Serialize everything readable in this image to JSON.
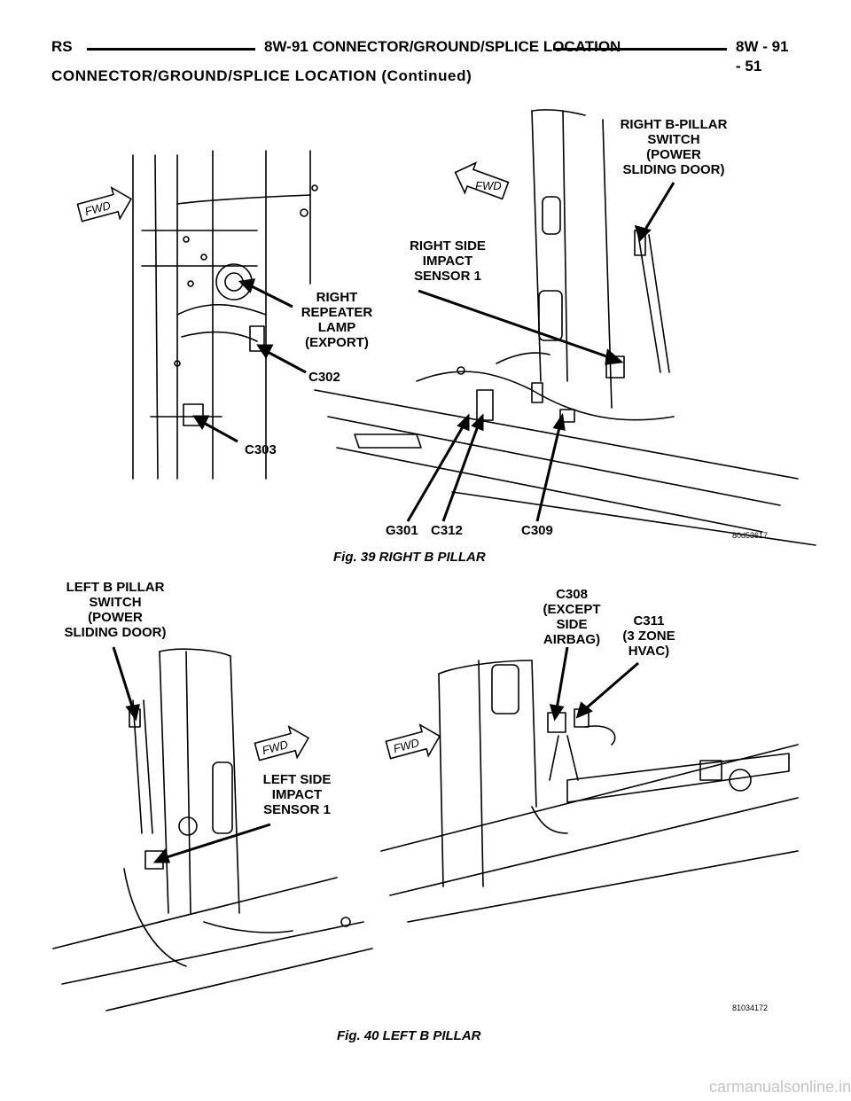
{
  "header": {
    "left": "RS",
    "center": "8W-91 CONNECTOR/GROUND/SPLICE LOCATION",
    "right": "8W - 91 - 51",
    "subtitle": "CONNECTOR/GROUND/SPLICE LOCATION (Continued)"
  },
  "figure39": {
    "caption": "Fig. 39 RIGHT B PILLAR",
    "code": "80d53617",
    "fwd": "FWD",
    "labels": {
      "b_pillar_switch": [
        "RIGHT B-PILLAR",
        "SWITCH",
        "(POWER",
        "SLIDING DOOR)"
      ],
      "side_impact": [
        "RIGHT SIDE",
        "IMPACT",
        "SENSOR 1"
      ],
      "repeater": [
        "RIGHT",
        "REPEATER",
        "LAMP",
        "(EXPORT)"
      ],
      "c302": "C302",
      "c303": "C303",
      "g301": "G301",
      "c312": "C312",
      "c309": "C309"
    }
  },
  "figure40": {
    "caption": "Fig. 40 LEFT B PILLAR",
    "code": "81034172",
    "fwd": "FWD",
    "labels": {
      "b_pillar_switch": [
        "LEFT B PILLAR",
        "SWITCH",
        "(POWER",
        "SLIDING DOOR)"
      ],
      "side_impact": [
        "LEFT SIDE",
        "IMPACT",
        "SENSOR 1"
      ],
      "c308": [
        "C308",
        "(EXCEPT",
        "SIDE",
        "AIRBAG)"
      ],
      "c311": [
        "C311",
        "(3 ZONE",
        "HVAC)"
      ]
    }
  },
  "watermark": "carmanualsonline.info"
}
